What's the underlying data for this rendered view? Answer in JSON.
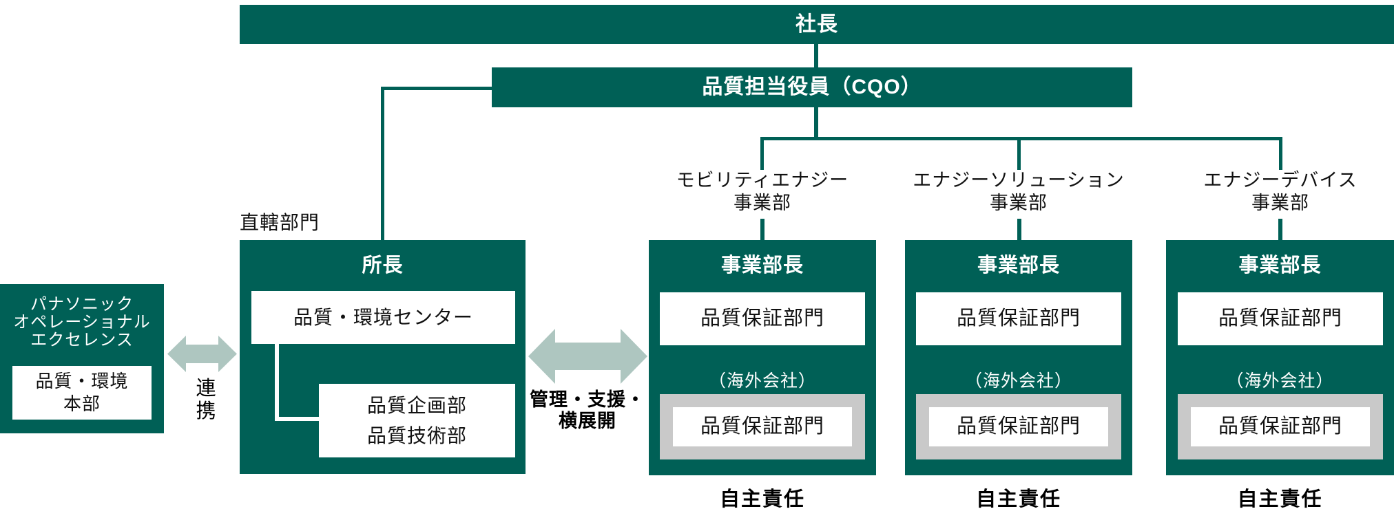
{
  "palette": {
    "brand_green": "#006056",
    "arrow_green": "#aec6c0",
    "box_gray": "#c9c9c9",
    "white": "#ffffff",
    "text_black": "#111111"
  },
  "president_bar": {
    "label": "社長"
  },
  "cqo_bar": {
    "label": "品質担当役員（CQO）"
  },
  "poe": {
    "name_lines": [
      "パナソニック",
      "オペレーショナル",
      "エクセレンス"
    ],
    "dept_lines": [
      "品質・環境",
      "本部"
    ]
  },
  "renkei": {
    "label_chars": [
      "連",
      "携"
    ]
  },
  "direct": {
    "caption": "直轄部門",
    "head": "所長",
    "center_box": "品質・環境センター",
    "dept_lines": [
      "品質企画部",
      "品質技術部"
    ]
  },
  "kanri": {
    "label_lines": [
      "管理・支援・",
      "横展開"
    ]
  },
  "divisions": [
    {
      "name_lines": [
        "モビリティエナジー",
        "事業部"
      ],
      "head": "事業部長",
      "qa_box": "品質保証部門",
      "overseas_caption": "（海外会社）",
      "overseas_qa_box": "品質保証部門",
      "footer": "自主責任"
    },
    {
      "name_lines": [
        "エナジーソリューション",
        "事業部"
      ],
      "head": "事業部長",
      "qa_box": "品質保証部門",
      "overseas_caption": "（海外会社）",
      "overseas_qa_box": "品質保証部門",
      "footer": "自主責任"
    },
    {
      "name_lines": [
        "エナジーデバイス",
        "事業部"
      ],
      "head": "事業部長",
      "qa_box": "品質保証部門",
      "overseas_caption": "（海外会社）",
      "overseas_qa_box": "品質保証部門",
      "footer": "自主責任"
    }
  ]
}
